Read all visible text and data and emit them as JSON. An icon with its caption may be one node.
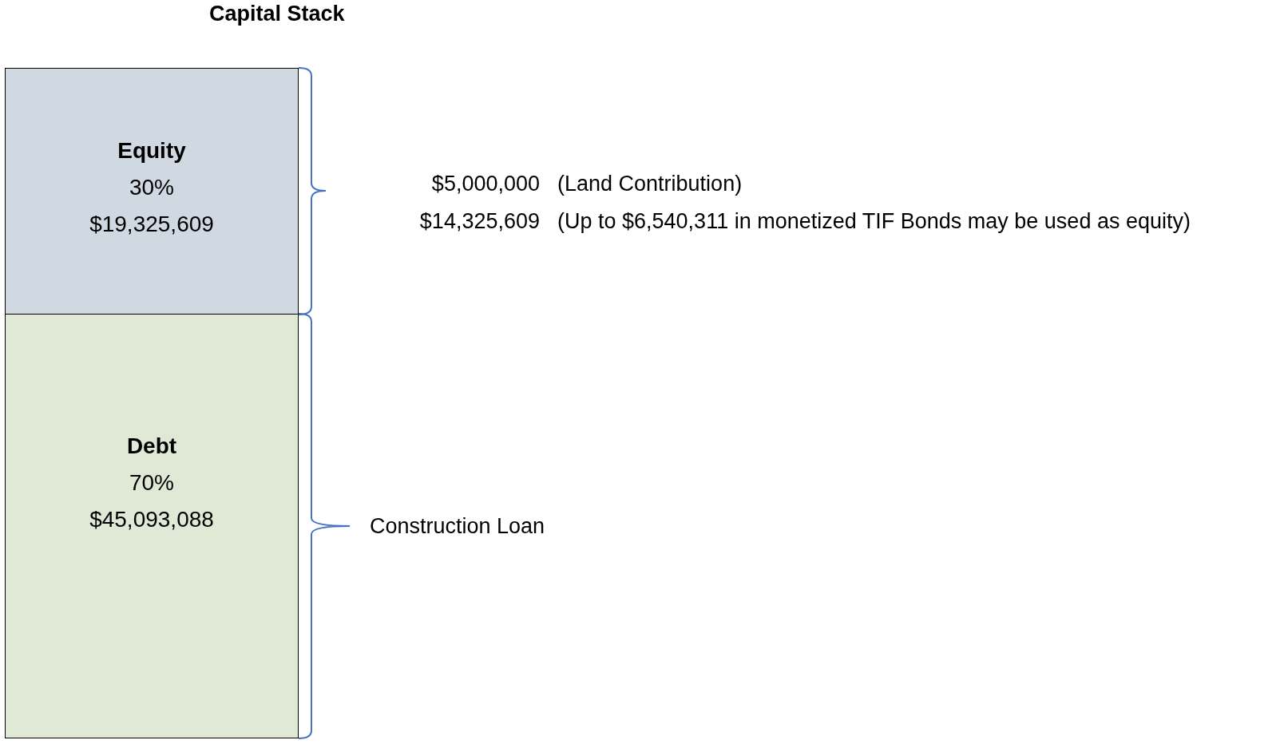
{
  "diagram": {
    "title": "Capital Stack",
    "nodes": [
      {
        "text": [
          "Equity",
          "30%",
          "$19,325,609"
        ]
      },
      {
        "text": [
          "Debt",
          "70%",
          "$45,093,088"
        ]
      }
    ],
    "labels": [
      "$5,000,000",
      "(Land Contribution)",
      "$14,325,609",
      "(Up to $6,540,311 in monetized TIF Bonds may be used as equity)",
      "Construction Loan"
    ]
  }
}
